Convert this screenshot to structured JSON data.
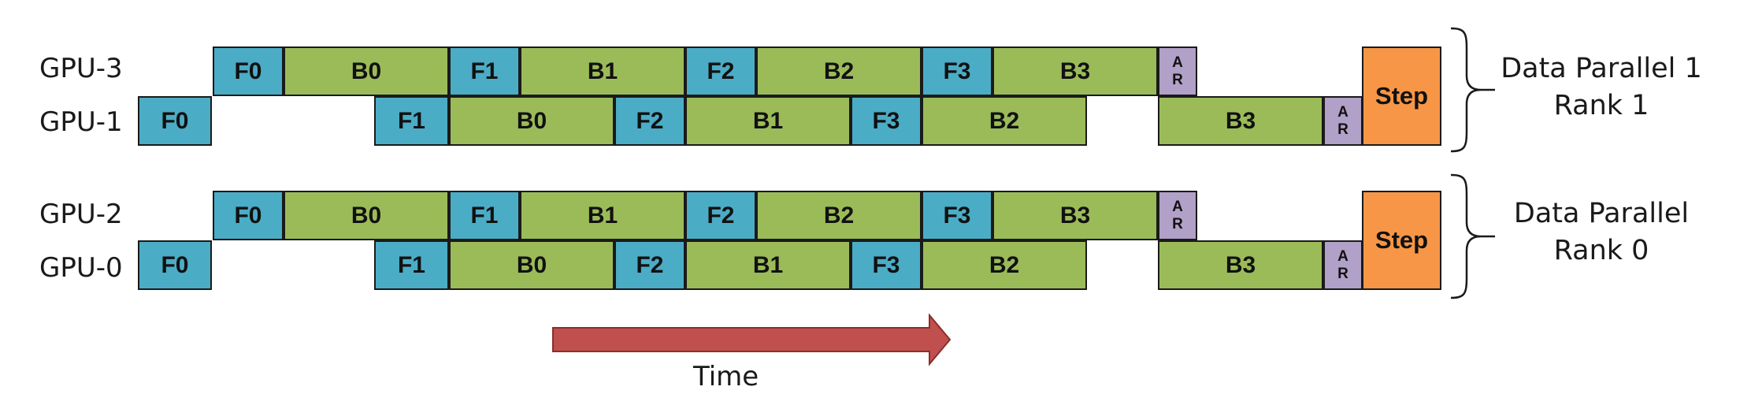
{
  "rows": [
    {
      "label": "GPU-3",
      "top": true,
      "blocks": [
        {
          "t": "F0",
          "k": "fwd"
        },
        {
          "t": "B0",
          "k": "bwd"
        },
        {
          "t": "F1",
          "k": "fwd"
        },
        {
          "t": "B1",
          "k": "bwd"
        },
        {
          "t": "F2",
          "k": "fwd"
        },
        {
          "t": "B2",
          "k": "bwd"
        },
        {
          "t": "F3",
          "k": "fwd"
        },
        {
          "t": "B3",
          "k": "bwd"
        },
        {
          "t": "A|R",
          "k": "ar"
        }
      ]
    },
    {
      "label": "GPU-1",
      "top": false,
      "blocks": [
        {
          "t": "F0",
          "k": "fwd"
        },
        {
          "t": "F1",
          "k": "fwd"
        },
        {
          "t": "B0",
          "k": "bwd"
        },
        {
          "t": "F2",
          "k": "fwd"
        },
        {
          "t": "B1",
          "k": "bwd"
        },
        {
          "t": "F3",
          "k": "fwd"
        },
        {
          "t": "B2",
          "k": "bwd"
        },
        {
          "t": "B3",
          "k": "bwd"
        },
        {
          "t": "A|R",
          "k": "ar"
        }
      ]
    },
    {
      "label": "GPU-2",
      "top": true,
      "blocks": [
        {
          "t": "F0",
          "k": "fwd"
        },
        {
          "t": "B0",
          "k": "bwd"
        },
        {
          "t": "F1",
          "k": "fwd"
        },
        {
          "t": "B1",
          "k": "bwd"
        },
        {
          "t": "F2",
          "k": "fwd"
        },
        {
          "t": "B2",
          "k": "bwd"
        },
        {
          "t": "F3",
          "k": "fwd"
        },
        {
          "t": "B3",
          "k": "bwd"
        },
        {
          "t": "A|R",
          "k": "ar"
        }
      ]
    },
    {
      "label": "GPU-0",
      "top": false,
      "blocks": [
        {
          "t": "F0",
          "k": "fwd"
        },
        {
          "t": "F1",
          "k": "fwd"
        },
        {
          "t": "B0",
          "k": "bwd"
        },
        {
          "t": "F2",
          "k": "fwd"
        },
        {
          "t": "B1",
          "k": "bwd"
        },
        {
          "t": "F3",
          "k": "fwd"
        },
        {
          "t": "B2",
          "k": "bwd"
        },
        {
          "t": "B3",
          "k": "bwd"
        },
        {
          "t": "A|R",
          "k": "ar"
        }
      ]
    }
  ],
  "step_label": "Step",
  "groups": [
    {
      "line1": "Data Parallel 1",
      "line2": "Rank 1"
    },
    {
      "line1": "Data Parallel",
      "line2": "Rank 0"
    }
  ],
  "time_label": "Time",
  "colors": {
    "forward": "#4bacc6",
    "backward": "#9bbb59",
    "allreduce": "#b1a0c7",
    "step": "#f79646",
    "arrow": "#c0504d"
  }
}
